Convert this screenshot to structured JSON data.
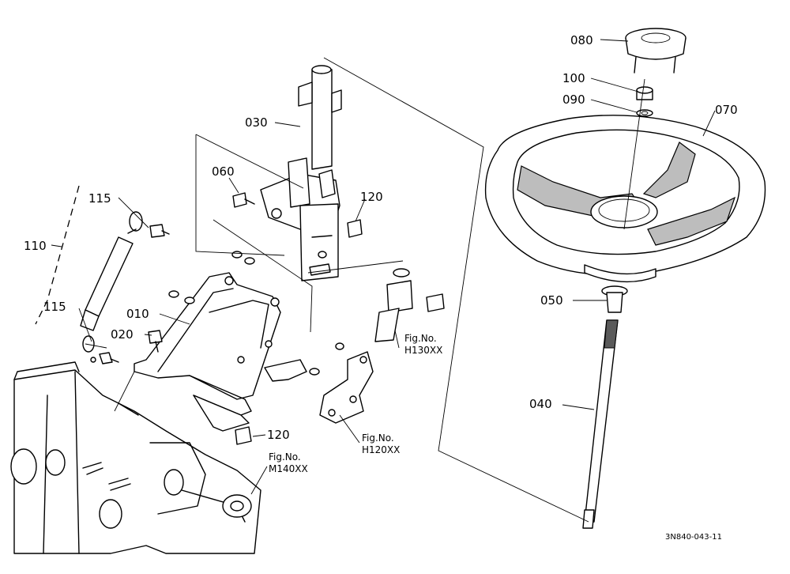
{
  "labels": {
    "p080": "080",
    "p100": "100",
    "p090": "090",
    "p070": "070",
    "p030": "030",
    "p060": "060",
    "p120a": "120",
    "p115a": "115",
    "p110": "110",
    "p115b": "115",
    "p010": "010",
    "p020": "020",
    "p050": "050",
    "p040": "040",
    "p120b": "120"
  },
  "fig_refs": {
    "h130_line1": "Fig.No.",
    "h130_line2": "H130XX",
    "h120_line1": "Fig.No.",
    "h120_line2": "H120XX",
    "m140_line1": "Fig.No.",
    "m140_line2": "M140XX"
  },
  "diagram_code": "3N840-043-11"
}
